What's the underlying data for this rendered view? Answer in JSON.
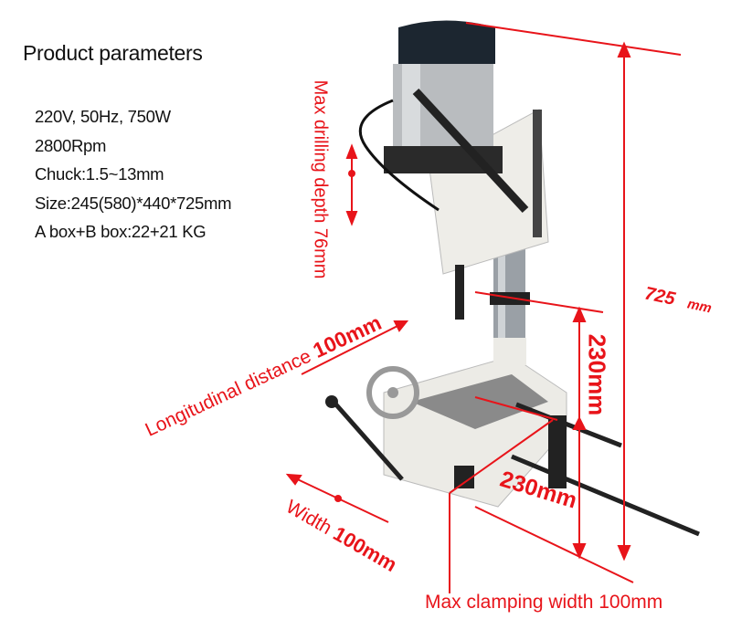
{
  "parameters": {
    "title": "Product parameters",
    "items": [
      "220V, 50Hz, 750W",
      "2800Rpm",
      "Chuck:1.5~13mm",
      "Size:245(580)*440*725mm",
      "A box+B box:22+21 KG"
    ]
  },
  "dimensions": {
    "max_drilling_depth": "Max drilling depth 76mm",
    "height_value": "725",
    "height_unit": "mm",
    "column_height": "230mm",
    "longitudinal": "Longitudinal distance ",
    "longitudinal_value": "100mm",
    "width": "Width",
    "width_value": "100mm",
    "table_depth": "230mm",
    "max_clamping_width": "Max clamping width 100mm"
  },
  "colors": {
    "annotation": "#e8141a",
    "text": "#111111"
  }
}
